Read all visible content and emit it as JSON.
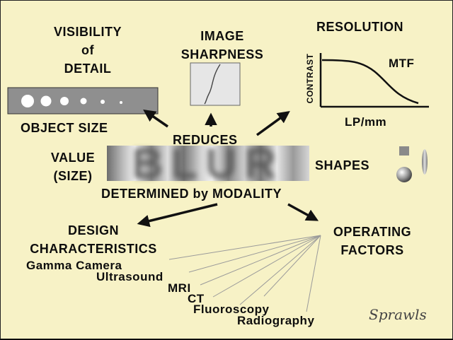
{
  "labels": {
    "visibility_of_detail": [
      "VISIBILITY",
      "of",
      "DETAIL"
    ],
    "image_sharpness": [
      "IMAGE",
      "SHARPNESS"
    ],
    "resolution": "RESOLUTION",
    "mtf": "MTF",
    "contrast_axis": "CONTRAST",
    "lp_mm_axis": "LP/mm",
    "object_size": "OBJECT SIZE",
    "reduces": "REDUCES",
    "value_size": [
      "VALUE",
      "(SIZE)"
    ],
    "shapes": "SHAPES",
    "determined_by_modality": "DETERMINED by MODALITY",
    "design_characteristics": [
      "DESIGN",
      "CHARACTERISTICS"
    ],
    "operating_factors": [
      "OPERATING",
      "FACTORS"
    ]
  },
  "blur_word": "BLUR",
  "modalities": [
    "Gamma Camera",
    "Ultrasound",
    "MRI",
    "CT",
    "Fluoroscopy",
    "Radiography"
  ],
  "signature": "Sprawls",
  "colors": {
    "background": "#f7f2c6",
    "text": "#0d0d0d",
    "panel_gray": "#8f8f8f",
    "sharpness_box": "#e6e6e6"
  }
}
